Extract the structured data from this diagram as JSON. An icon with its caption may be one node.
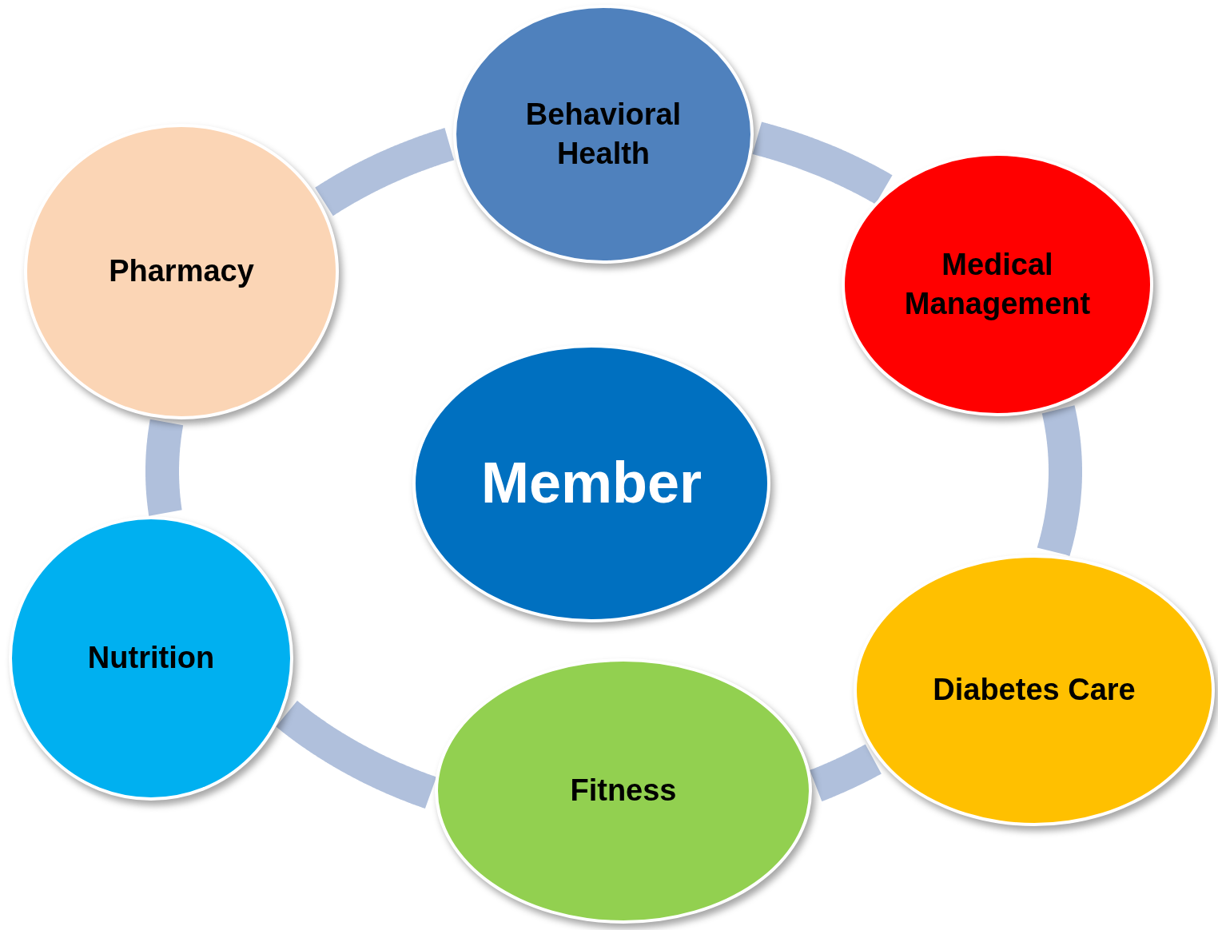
{
  "diagram": {
    "nodes": [
      {
        "text": [
          "Behavioral Health"
        ]
      },
      {
        "text": [
          "Pharmacy"
        ]
      },
      {
        "text": [
          "Medical Management"
        ]
      },
      {
        "text": [
          "Member"
        ]
      },
      {
        "text": [
          "Nutrition"
        ]
      },
      {
        "text": [
          "Diabetes Care"
        ]
      },
      {
        "text": [
          "Fitness"
        ]
      }
    ],
    "edges": [
      {
        "from": 0,
        "to": 2,
        "arrow": "none"
      },
      {
        "from": 2,
        "to": 5,
        "arrow": "none"
      },
      {
        "from": 5,
        "to": 6,
        "arrow": "none"
      },
      {
        "from": 6,
        "to": 4,
        "arrow": "none"
      },
      {
        "from": 4,
        "to": 1,
        "arrow": "none"
      },
      {
        "from": 1,
        "to": 0,
        "arrow": "none"
      }
    ]
  }
}
